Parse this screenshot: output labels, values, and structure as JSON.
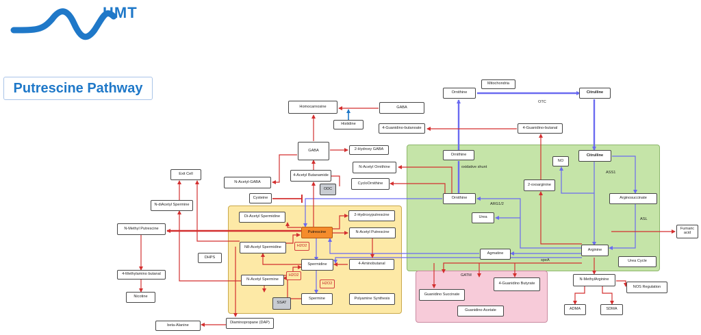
{
  "logo": {
    "text": "HMT",
    "color": "#1f78c8"
  },
  "title": "Putrescine Pathway",
  "colors": {
    "red_arrow": "#d32f2f",
    "blue_arrow": "#6a6af0",
    "mito_region": "#c5e4a8",
    "polyamine_region": "#fde9a6",
    "gatm_region": "#f7cbd9"
  },
  "nodes": {
    "mitochondria": "Mitochondria",
    "ornithine_top": "Ornithine",
    "citrulline_top": "Citrulline",
    "gaba_top": "GABA",
    "homocarnosine": "Homocarnosine",
    "histidine": "Histidine",
    "guanidino_butanoate": "4-Guanidino-butanoate",
    "guanidino_butanal": "4-Guanidino-butanal",
    "gaba": "GABA",
    "hydroxy_gaba": "2-Hydroxy GABA",
    "n_acetyl_ornithine": "N-Acetyl Ornithine",
    "acetyl_butanamide": "4-Acetyl Butanamide",
    "n_acetyl_gaba": "N-Acetyl-GABA",
    "exit_cell": "Exit Cell",
    "cyclo_ornithine": "CycloOrnithine",
    "odc": "ODC",
    "cysteine": "Cysteine",
    "ornithine_mid": "Ornithine",
    "ornithine_low": "Ornithine",
    "no": "NO",
    "citrulline_mid": "Citrulline",
    "oxoarginine": "2-oxoarginine",
    "argininosuccinate": "Arginosuccinate",
    "n_diacetyl_spermine": "N-diAcetyl Spermine",
    "di_acetyl_spermidine": "Di-Acetyl Spermidine",
    "hydroxyputrescine": "2-Hydroxyputrescine",
    "urea": "Urea",
    "n_methyl_putrescine": "N-Methyl Putrescine",
    "putrescine": "Putrescine",
    "n_acetyl_putrescine": "N-Acetyl Putrescine",
    "fumaric_acid": "Fumaric acid",
    "n8_acetyl_spermidine": "N8-Acetyl Spermidine",
    "h2o2_a": "H2O2",
    "dhps": "DHPS",
    "agmatine": "Agmatine",
    "arginine": "Arginine",
    "spermidine": "Spermidine",
    "aminobutanal": "4-Aminobutanal",
    "urea_cycle": "Urea Cycle",
    "methylamino_butanal": "4-Methylamino butanal",
    "n_acetyl_spermine": "N-Acetyl Spermine",
    "h2o2_b": "H2O2",
    "h2o2_c": "H2O2",
    "n_methylarginine": "N-MethylArginine",
    "nos_regulation": "NOS Regulation",
    "guanidino_succinate": "Guanidino Succinate",
    "guanidino_butyrate": "4-Guanidino Butyrate",
    "nicotine": "Nicotine",
    "spermine": "Spermine",
    "polyamine_synthesis": "Polyamine Synthesis",
    "ssat": "SSAT",
    "adma": "ADMA",
    "sdma": "SDMA",
    "guanidino_acetate": "Guanidino Acetate",
    "beta_alanine": "beta-Alanine",
    "diaminopropane": "Diaminopropane (DAP)"
  },
  "labels": {
    "otc": "OTC",
    "oxidative_shunt": "oxidative shunt",
    "ass1": "ASS1",
    "arg12": "ARG1/2",
    "asl": "ASL",
    "spea": "speA",
    "gatm": "GATM"
  }
}
